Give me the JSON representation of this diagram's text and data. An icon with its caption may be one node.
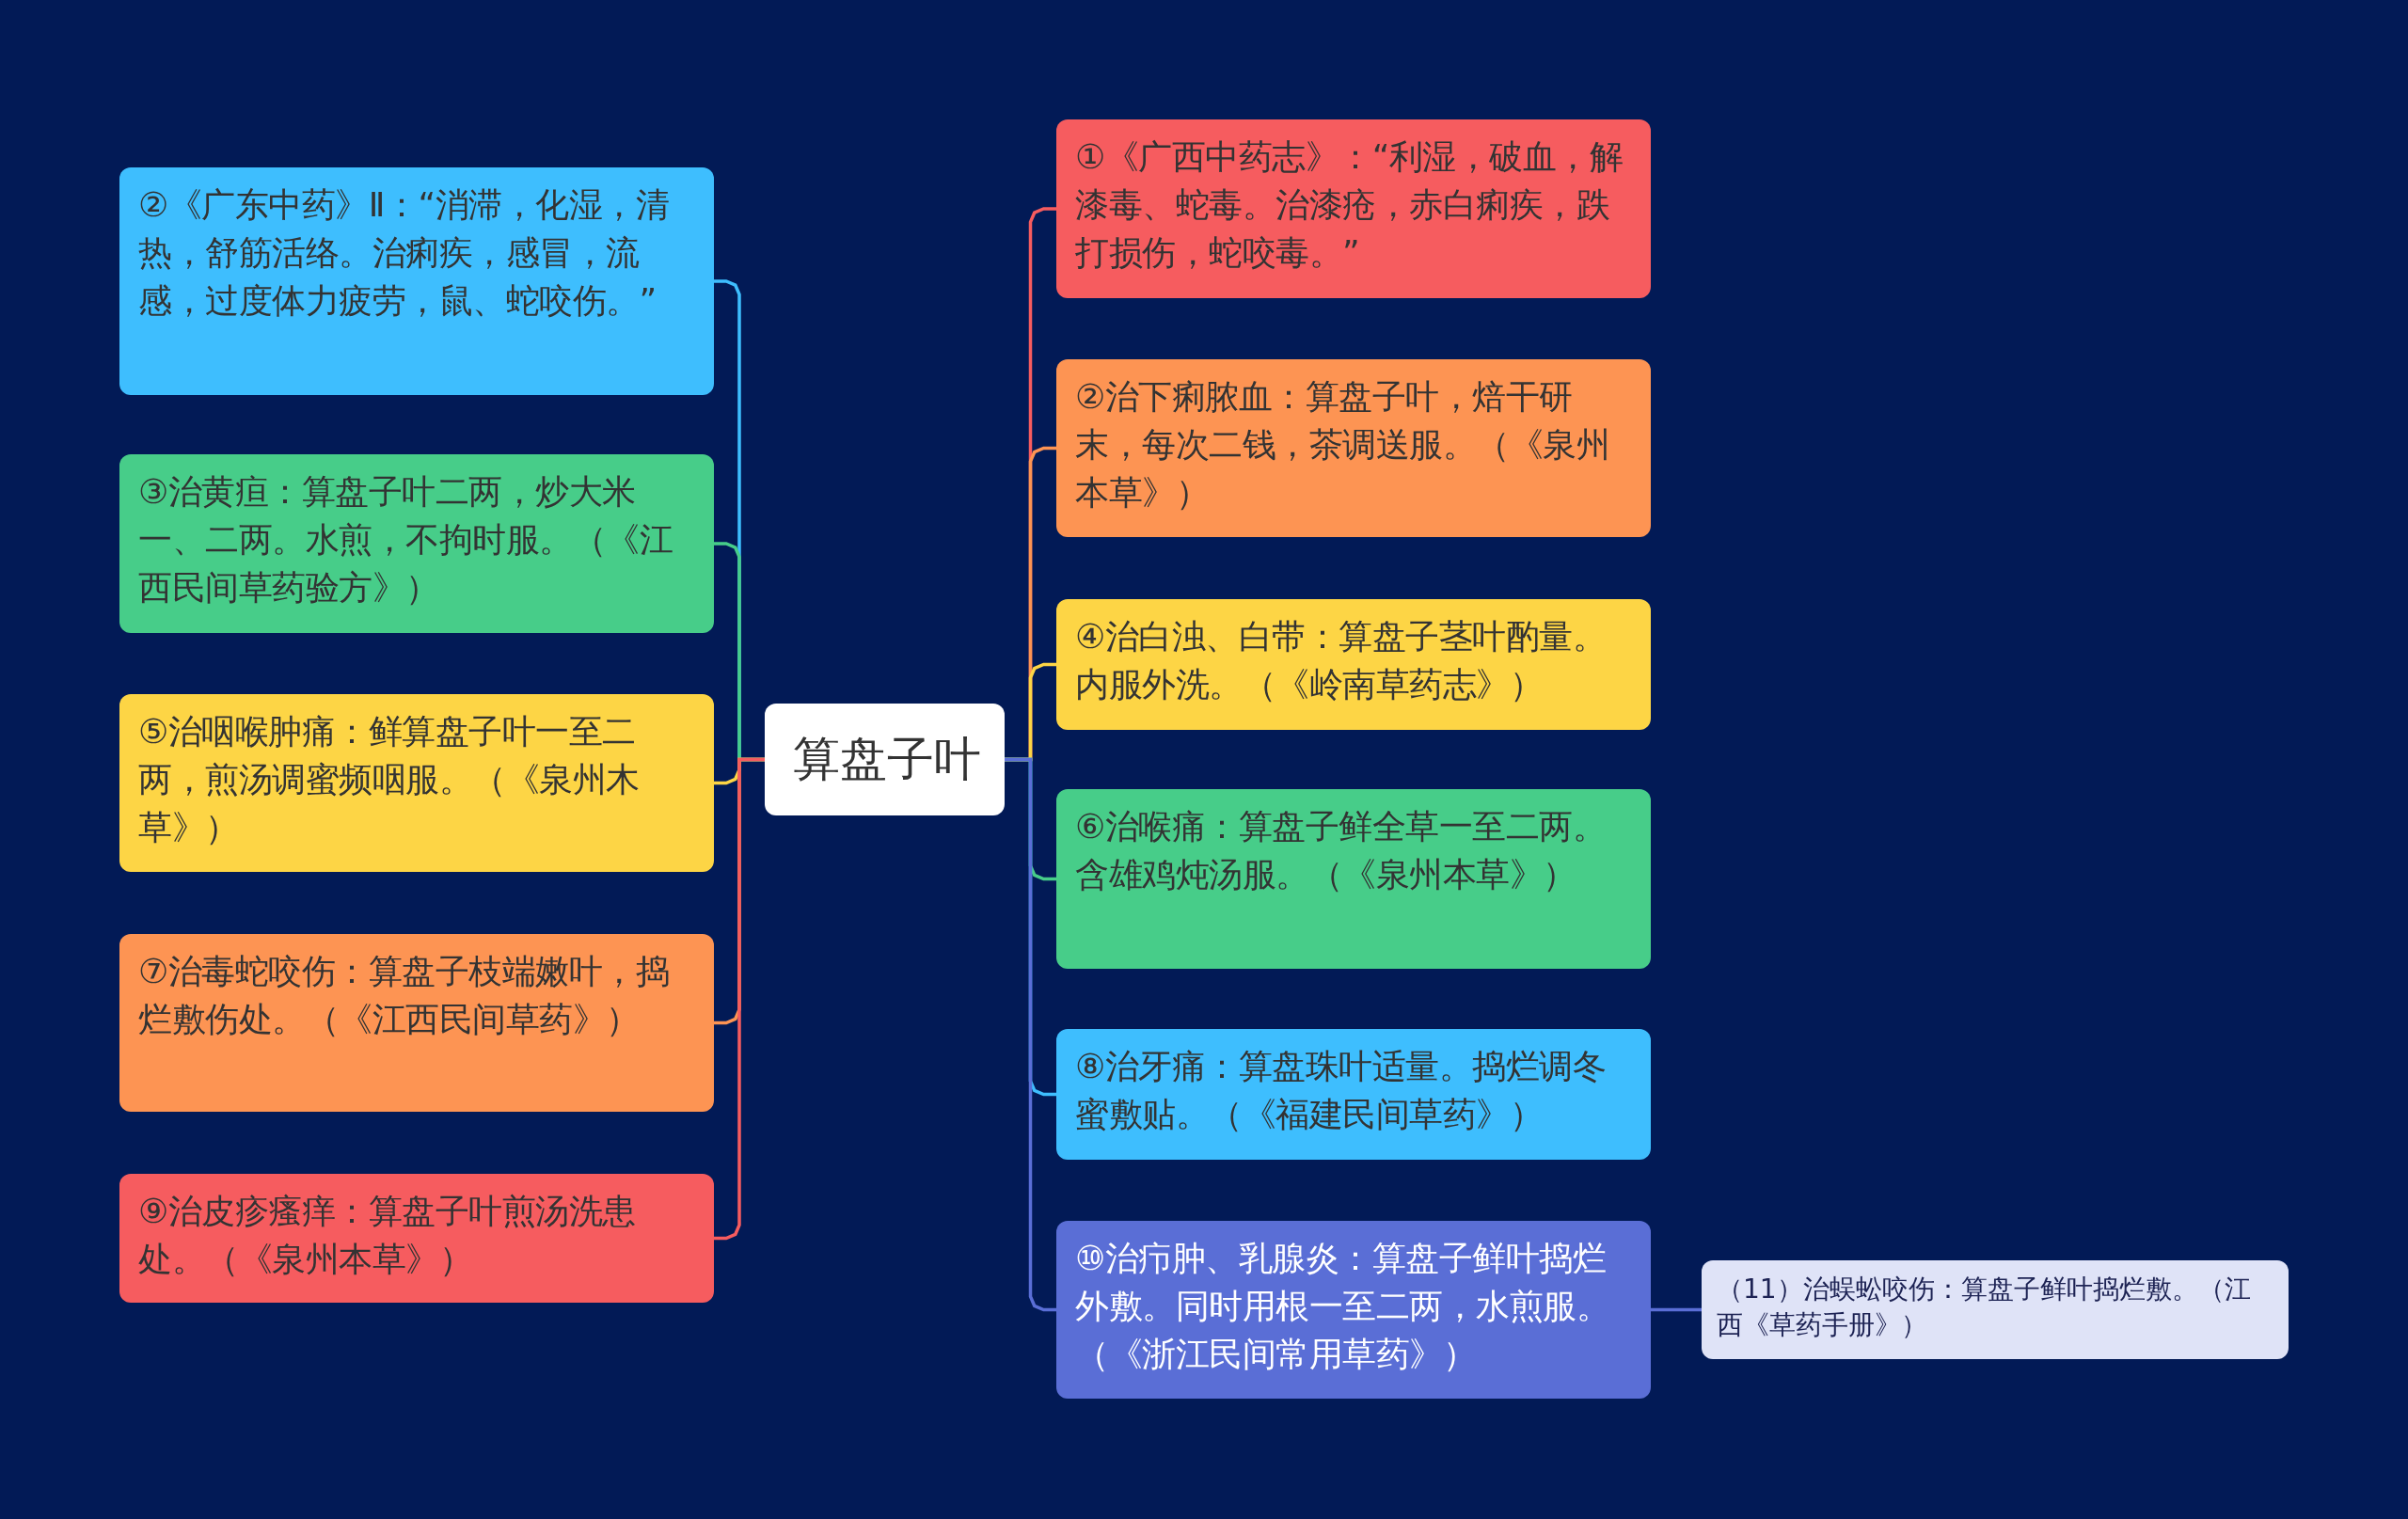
{
  "diagram": {
    "nodes": [
      {
        "text": [
          "算盘子叶"
        ]
      },
      {
        "text": [
          "①《广西中药志》：“利湿，破血，解漆毒、蛇毒。治漆疮，赤白痢疾，跌打损伤，蛇咬毒。”"
        ]
      },
      {
        "text": [
          "②治下痢脓血：算盘子叶，焙干研末，每次二钱，茶调送服。（《泉州本草》）"
        ]
      },
      {
        "text": [
          "④治白浊、白带：算盘子茎叶酌量。内服外洗。（《岭南草药志》）"
        ]
      },
      {
        "text": [
          "⑥治喉痛：算盘子鲜全草一至二两。含雄鸡炖汤服。（《泉州本草》）"
        ]
      },
      {
        "text": [
          "⑧治牙痛：算盘珠叶适量。捣烂调冬蜜敷贴。（《福建民间草药》）"
        ]
      },
      {
        "text": [
          "⑩治疖肿、乳腺炎：算盘子鲜叶捣烂外敷。同时用根一至二两，水煎服。（《浙江民间常用草药》）"
        ]
      },
      {
        "text": [
          "②《广东中药》Ⅱ：“消滞，化湿，清热，舒筋活络。治痢疾，感冒，流感，过度体力疲劳，鼠、蛇咬伤。”"
        ]
      },
      {
        "text": [
          "③治黄疸：算盘子叶二两，炒大米一、二两。水煎，不拘时服。（《江西民间草药验方》）"
        ]
      },
      {
        "text": [
          "⑤治咽喉肿痛：鲜算盘子叶一至二两，煎汤调蜜频咽服。（《泉州木草》）"
        ]
      },
      {
        "text": [
          "⑦治毒蛇咬伤：算盘子枝端嫩叶，捣烂敷伤处。（《江西民间草药》）"
        ]
      },
      {
        "text": [
          "⑨治皮疹瘙痒：算盘子叶煎汤洗患处。（《泉州本草》）"
        ]
      },
      {
        "text": [
          "（11）治蜈蚣咬伤：算盘子鲜叶捣烂敷。（江西《草药手册》）"
        ]
      }
    ],
    "edges": [
      {
        "from": 0,
        "to": 1,
        "arrow": "none",
        "color": "#f65c5f"
      },
      {
        "from": 0,
        "to": 2,
        "arrow": "none",
        "color": "#fd9453"
      },
      {
        "from": 0,
        "to": 3,
        "arrow": "none",
        "color": "#fdd545"
      },
      {
        "from": 0,
        "to": 4,
        "arrow": "none",
        "color": "#47cd89"
      },
      {
        "from": 0,
        "to": 5,
        "arrow": "none",
        "color": "#3ebefe"
      },
      {
        "from": 0,
        "to": 6,
        "arrow": "none",
        "color": "#5a6ed6"
      },
      {
        "from": 0,
        "to": 7,
        "arrow": "none",
        "color": "#3ebefe"
      },
      {
        "from": 0,
        "to": 8,
        "arrow": "none",
        "color": "#47cd89"
      },
      {
        "from": 0,
        "to": 9,
        "arrow": "none",
        "color": "#fdd545"
      },
      {
        "from": 0,
        "to": 10,
        "arrow": "none",
        "color": "#fd9453"
      },
      {
        "from": 0,
        "to": 11,
        "arrow": "none",
        "color": "#f65c5f"
      },
      {
        "from": 6,
        "to": 12,
        "arrow": "none",
        "color": "#5a6ed6"
      }
    ]
  }
}
